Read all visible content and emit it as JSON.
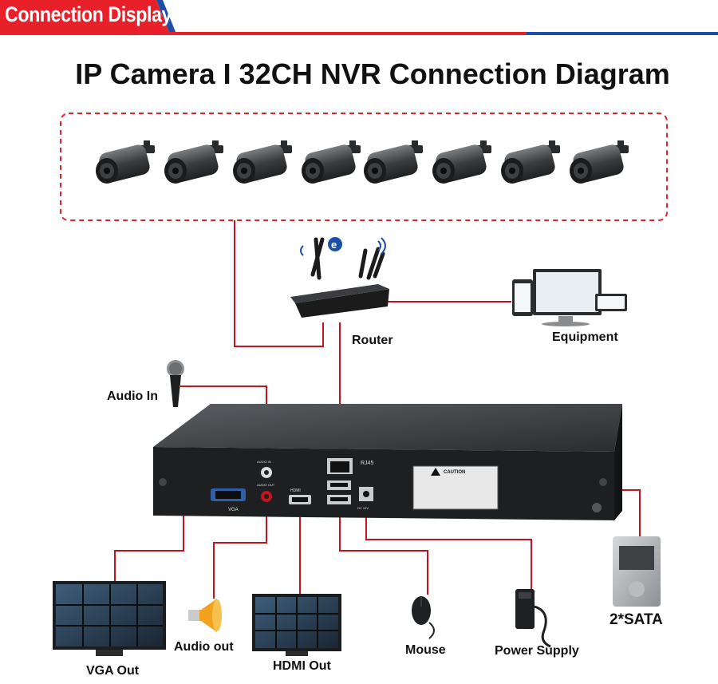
{
  "banner": {
    "label": "Connection Display"
  },
  "title": "IP Camera I 32CH NVR Connection Diagram",
  "cameras": {
    "count": 8
  },
  "labels": {
    "router": "Router",
    "equipment": "Equipment",
    "audio_in": "Audio In",
    "vga_out": "VGA Out",
    "audio_out": "Audio out",
    "hdmi_out": "HDMI Out",
    "mouse": "Mouse",
    "power_supply": "Power Supply",
    "sata": "2*SATA"
  },
  "nvr_port_labels": {
    "vga": "VGA",
    "rj45": "RJ45",
    "hdmi": "HDMI",
    "audio_in": "AUDIO IN",
    "audio_out": "AUDIO OUT",
    "dc": "DC 12V",
    "caution": "CAUTION"
  },
  "colors": {
    "accent_red": "#e8202a",
    "accent_blue": "#1d4fa6",
    "wire": "#c0141e"
  }
}
